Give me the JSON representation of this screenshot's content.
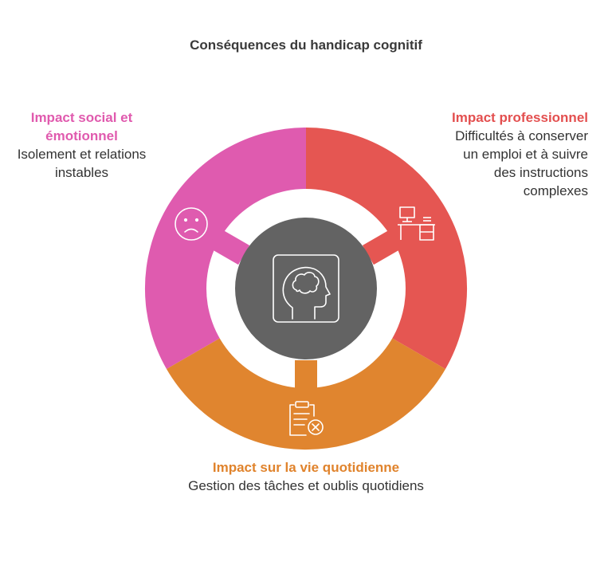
{
  "title": "Conséquences du handicap cognitif",
  "colors": {
    "social": "#df5baf",
    "professional": "#e55652",
    "daily": "#e0852f",
    "center": "#636363"
  },
  "segments": [
    {
      "key": "social",
      "heading": "Impact social et émotionnel",
      "description": "Isolement et relations instables",
      "icon": "sad-face-icon"
    },
    {
      "key": "professional",
      "heading": "Impact professionnel",
      "description": "Difficultés à conserver un emploi et à suivre des instructions complexes",
      "icon": "office-desk-icon"
    },
    {
      "key": "daily",
      "heading": "Impact sur la vie quotidienne",
      "description": "Gestion des tâches et oublis quotidiens",
      "icon": "clipboard-cancel-icon"
    }
  ],
  "center_icon": "brain-head-icon"
}
